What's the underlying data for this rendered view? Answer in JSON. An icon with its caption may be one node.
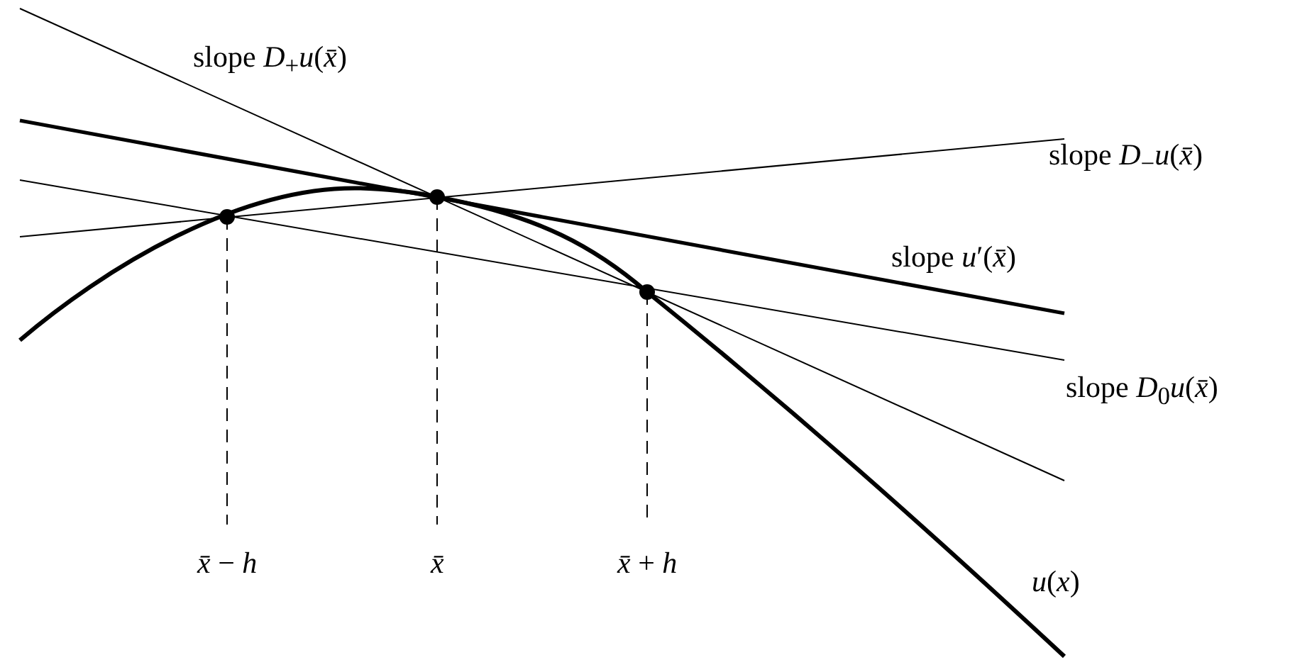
{
  "diagram": {
    "labels": [
      "slope *D*$_{+}$*u*(*x̄*)",
      "slope *D*$_{−}$*u*(*x̄*)",
      "slope *u*′(*x̄*)",
      "slope *D*$_{0}$*u*(*x̄*)",
      "*x̄* − *h*",
      "*x̄*",
      "*x̄* + *h*",
      "*u*(*x*)"
    ]
  }
}
